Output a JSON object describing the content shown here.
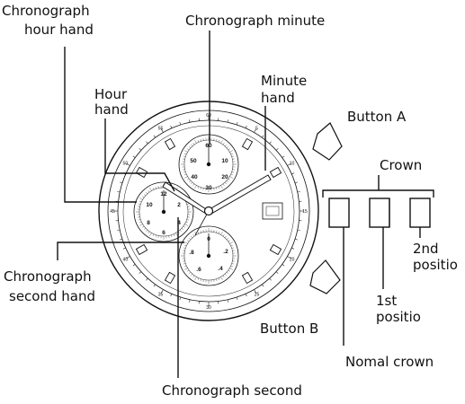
{
  "labels": {
    "chrono_hour_hand_line1": "Chronograph",
    "chrono_hour_hand_line2": "hour hand",
    "chrono_minute": "Chronograph minute",
    "hour_hand_line1": "Hour",
    "hour_hand_line2": "hand",
    "minute_hand_line1": "Minute",
    "minute_hand_line2": "hand",
    "button_a": "Button A",
    "crown": "Crown",
    "second_position_line1": "2nd",
    "second_position_line2": "positio",
    "first_position_line1": "1st",
    "first_position_line2": "positio",
    "chrono_second_hand_line1": "Chronograph",
    "chrono_second_hand_line2": "second hand",
    "button_b": "Button B",
    "normal_crown": "Nomal crown",
    "chrono_second": "Chronograph second"
  },
  "dial": {
    "bezel_numbers": [
      "60",
      "5",
      "10",
      "15",
      "20",
      "25",
      "30",
      "35",
      "40",
      "45",
      "50",
      "55"
    ],
    "minute_subdial": [
      "60",
      "10",
      "20",
      "30",
      "40",
      "50"
    ],
    "hour_subdial": [
      "12",
      "2",
      "4",
      "6",
      "8",
      "10"
    ],
    "second_subdial": [
      "0",
      ".2",
      ".4",
      ".6",
      ".8"
    ]
  }
}
